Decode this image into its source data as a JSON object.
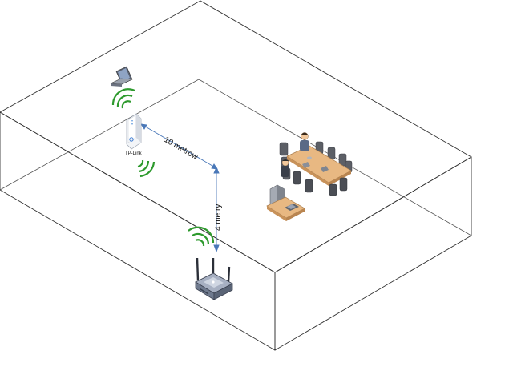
{
  "labels": {
    "device_brand": "TP-Link",
    "distance_horizontal": "10 metrów",
    "distance_vertical": "4 metry"
  },
  "icons": {
    "laptop": "laptop-icon",
    "extender": "range-extender-icon",
    "router": "wifi-router-icon",
    "meeting": "conference-table-icon",
    "desk": "computer-desk-icon"
  },
  "colors": {
    "wifi": "#2e9a2e",
    "measure": "#4a78b8",
    "outline": "#333333",
    "table": "#e8b882",
    "chair": "#555555",
    "router_body": "#7f8aa0"
  }
}
